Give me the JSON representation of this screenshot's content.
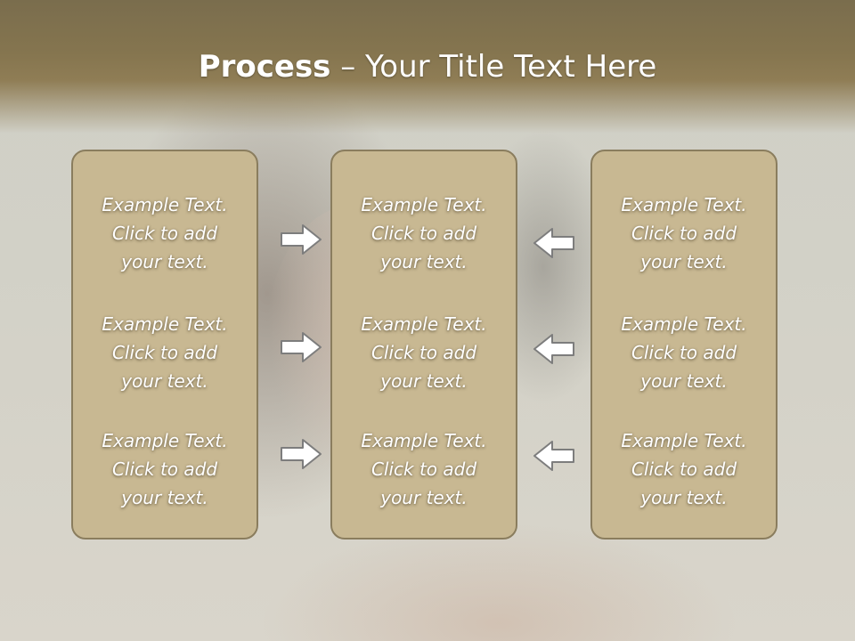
{
  "slide": {
    "title_bold": "Process",
    "title_rest": " – Your Title Text Here"
  },
  "columns": [
    {
      "items": [
        {
          "line1": "Example Text.",
          "line2": "Click  to add",
          "line3": "your text."
        },
        {
          "line1": "Example Text.",
          "line2": "Click  to add",
          "line3": "your text."
        },
        {
          "line1": "Example Text.",
          "line2": "Click  to add",
          "line3": "your text."
        }
      ]
    },
    {
      "items": [
        {
          "line1": "Example Text.",
          "line2": "Click  to add",
          "line3": "your text."
        },
        {
          "line1": "Example Text.",
          "line2": "Click  to add",
          "line3": "your text."
        },
        {
          "line1": "Example Text.",
          "line2": "Click  to add",
          "line3": "your text."
        }
      ]
    },
    {
      "items": [
        {
          "line1": "Example Text.",
          "line2": "Click  to add",
          "line3": "your text."
        },
        {
          "line1": "Example Text.",
          "line2": "Click  to add",
          "line3": "your text."
        },
        {
          "line1": "Example Text.",
          "line2": "Click  to add",
          "line3": "your text."
        }
      ]
    }
  ],
  "arrows": {
    "left_to_center": "arrow-right-icon",
    "right_to_center": "arrow-left-icon"
  },
  "colors": {
    "title_bar": "#85754f",
    "panel_fill": "#c8b892",
    "panel_border": "#8a7d5e",
    "arrow_fill": "#ffffff",
    "arrow_stroke": "#7d7d7d"
  }
}
